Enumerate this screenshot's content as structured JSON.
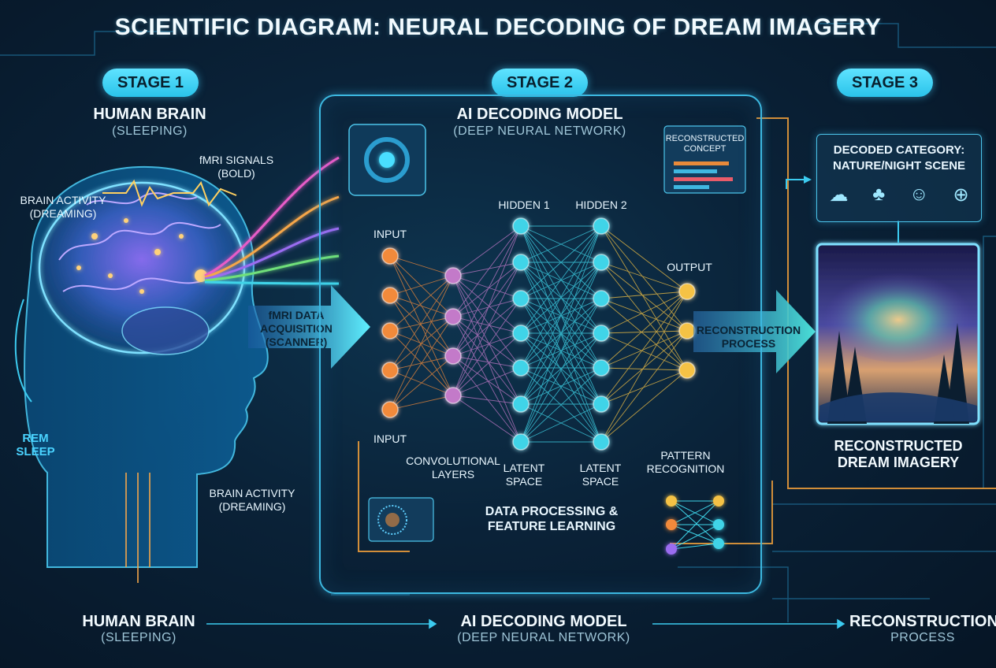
{
  "title": "SCIENTIFIC DIAGRAM: NEURAL DECODING OF DREAM IMAGERY",
  "stages": {
    "stage1": {
      "badge": "STAGE 1",
      "heading": "HUMAN BRAIN",
      "sub": "(SLEEPING)",
      "fmri_signals": [
        "fMRI SIGNALS",
        "(BOLD)"
      ],
      "brain_activity_left": [
        "BRAIN ACTIVITY",
        "(DREAMING)"
      ],
      "rem": [
        "REM",
        "SLEEP"
      ],
      "brain_activity_bottom": [
        "BRAIN ACTIVITY",
        "(DREAMING)"
      ],
      "acquisition_arrow": [
        "fMRI DATA",
        "ACQUISITION",
        "(SCANNER)"
      ]
    },
    "stage2": {
      "badge": "STAGE 2",
      "heading": "AI DECODING MODEL",
      "sub": "(DEEP NEURAL NETWORK)",
      "reconstructed_concept": [
        "RECONSTRUCTED",
        "CONCEPT"
      ],
      "input_top": "INPUT",
      "input_bottom": "INPUT",
      "hidden1": "HIDDEN 1",
      "hidden2": "HIDDEN 2",
      "output": "OUTPUT",
      "conv": [
        "CONVOLUTIONAL",
        "LAYERS"
      ],
      "latent1": [
        "LATENT",
        "SPACE"
      ],
      "latent2": [
        "LATENT",
        "SPACE"
      ],
      "pattern": [
        "PATTERN",
        "RECOGNITION"
      ],
      "data_processing": [
        "DATA PROCESSING &",
        "FEATURE LEARNING"
      ],
      "reconstruction_arrow": [
        "RECONSTRUCTION",
        "PROCESS"
      ]
    },
    "stage3": {
      "badge": "STAGE 3",
      "decoded": [
        "DECODED CATEGORY:",
        "NATURE/NIGHT SCENE"
      ],
      "icons": [
        "cloud-icon",
        "tree-icon",
        "smiley-icon",
        "globe-icon"
      ],
      "result": [
        "RECONSTRUCTED",
        "DREAM IMAGERY"
      ]
    }
  },
  "footer": {
    "step1": {
      "main": "HUMAN BRAIN",
      "sub": "(SLEEPING)"
    },
    "step2": {
      "main": "AI DECODING MODEL",
      "sub": "(DEEP NEURAL NETWORK)"
    },
    "step3": {
      "main": "RECONSTRUCTION",
      "sub": "PROCESS"
    }
  },
  "colors": {
    "accent": "#3ccbf0",
    "input_node": "#f28a3a",
    "conv_node": "#c37ac9",
    "hidden_node": "#3fd4e8",
    "output_node": "#f5c244",
    "signal_pink": "#e85cc8",
    "signal_purple": "#9a6cf0",
    "signal_green": "#6fe07a"
  }
}
